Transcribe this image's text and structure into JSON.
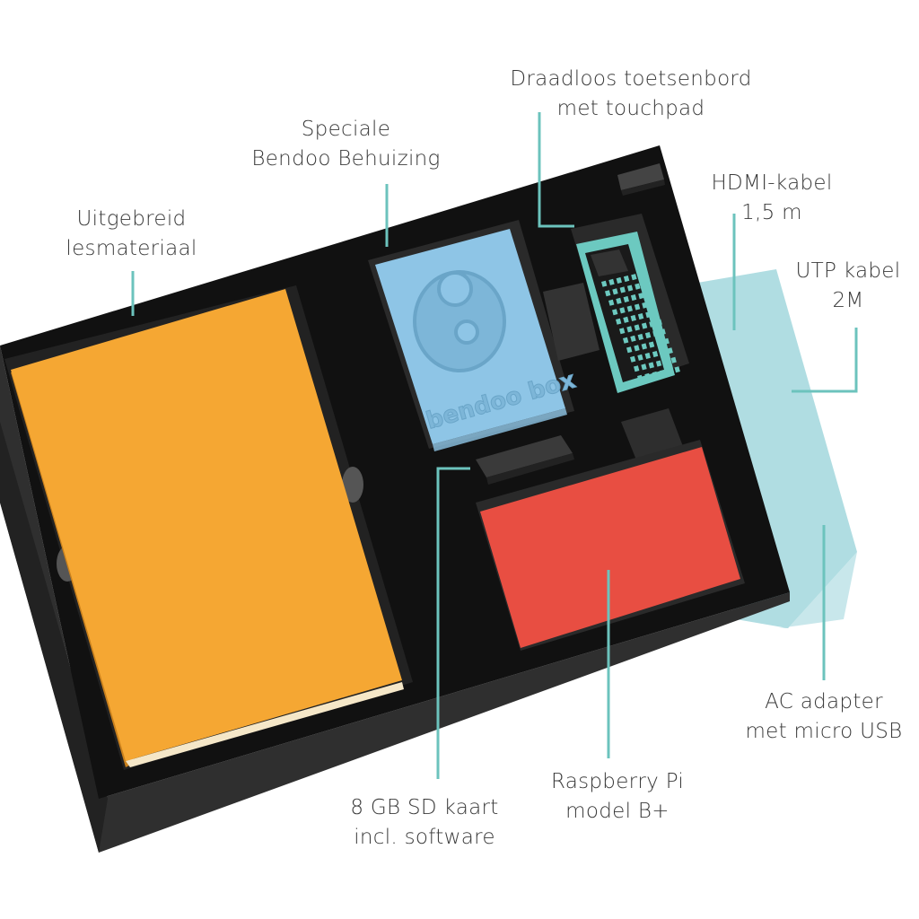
{
  "colors": {
    "box_top": "#111111",
    "box_side": "#2f2f2f",
    "box_side_dark": "#222222",
    "book": "#f5a733",
    "book_edge": "#c9801c",
    "bendoo_case": "#8ec5e6",
    "raspberry_case": "#e84e42",
    "keyboard_frame": "#6cc9c0",
    "utp_box": "#b0dde2",
    "leader_line": "#6cc3bd",
    "label_text": "#3a3a3a"
  },
  "labels": {
    "lesmateriaal": {
      "line1": "Uitgebreid",
      "line2": "lesmateriaal"
    },
    "behuizing": {
      "line1": "Speciale",
      "line2": "Bendoo Behuizing"
    },
    "toetsenbord": {
      "line1": "Draadloos toetsenbord",
      "line2": "met touchpad"
    },
    "hdmi": {
      "line1": "HDMI-kabel",
      "line2": "1,5 m"
    },
    "utp": {
      "line1": "UTP kabel",
      "line2": "2M"
    },
    "adapter": {
      "line1": "AC adapter",
      "line2": "met micro USB"
    },
    "raspberry": {
      "line1": "Raspberry Pi",
      "line2": "model B+"
    },
    "sdkaart": {
      "line1": "8 GB SD kaart",
      "line2": "incl. software"
    }
  },
  "case_logo": "bendoo box"
}
